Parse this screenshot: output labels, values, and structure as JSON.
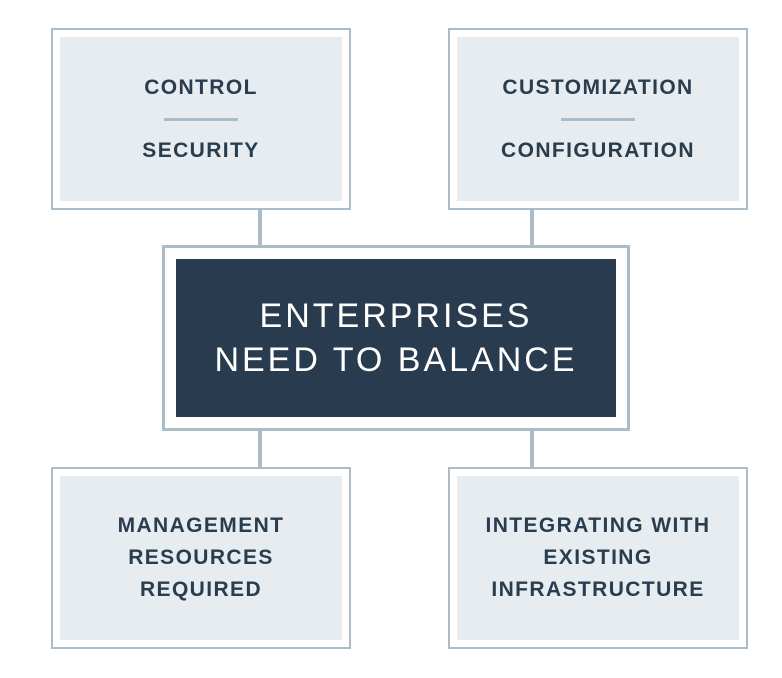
{
  "center": {
    "line1": "ENTERPRISES",
    "line2": "NEED TO BALANCE"
  },
  "top_left": {
    "line1": "CONTROL",
    "line2": "SECURITY"
  },
  "top_right": {
    "line1": "CUSTOMIZATION",
    "line2": "CONFIGURATION"
  },
  "bottom_left": {
    "line1": "MANAGEMENT",
    "line2": "RESOURCES",
    "line3": "REQUIRED"
  },
  "bottom_right": {
    "line1": "INTEGRATING WITH",
    "line2": "EXISTING",
    "line3": "INFRASTRUCTURE"
  },
  "colors": {
    "center_fill": "#293b4e",
    "box_fill": "#e6ecef",
    "border": "#a9bcc8",
    "text": "#2a3d4f"
  }
}
